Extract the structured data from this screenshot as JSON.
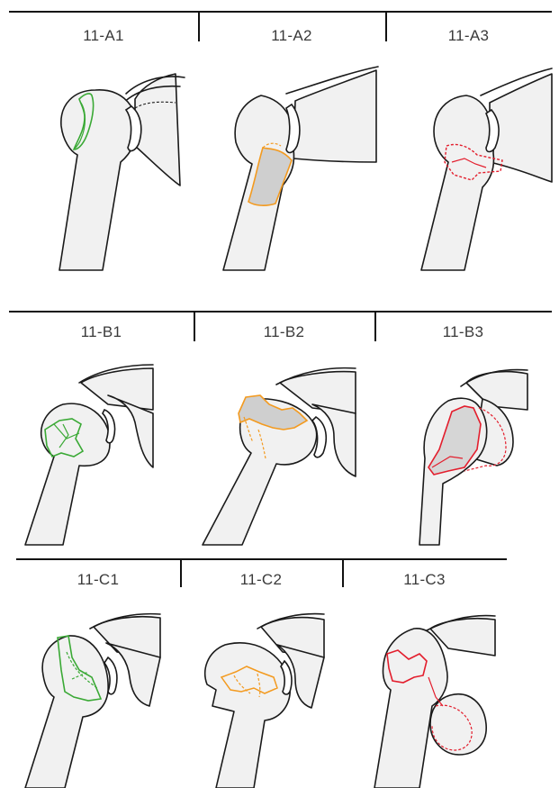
{
  "colors": {
    "green": "#3aa935",
    "orange": "#f39a1f",
    "red": "#e31e2d",
    "bone_fill": "#f1f1f1",
    "fracture_fill_orange": "#cfcfcf",
    "fracture_fill_red": "#d6d6d6"
  },
  "rows": [
    {
      "panels": [
        {
          "label": "11-A1",
          "color": "green"
        },
        {
          "label": "11-A2",
          "color": "orange"
        },
        {
          "label": "11-A3",
          "color": "red"
        }
      ]
    },
    {
      "panels": [
        {
          "label": "11-B1",
          "color": "green"
        },
        {
          "label": "11-B2",
          "color": "orange"
        },
        {
          "label": "11-B3",
          "color": "red"
        }
      ]
    },
    {
      "panels": [
        {
          "label": "11-C1",
          "color": "green"
        },
        {
          "label": "11-C2",
          "color": "orange"
        },
        {
          "label": "11-C3",
          "color": "red"
        }
      ]
    }
  ]
}
